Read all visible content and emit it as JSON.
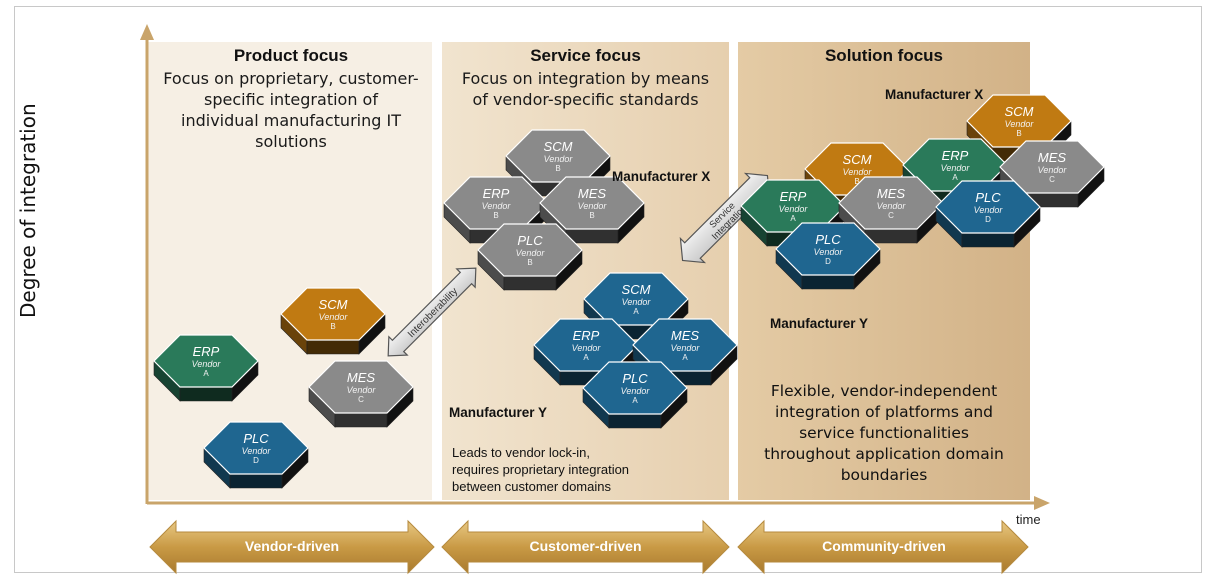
{
  "axis": {
    "y_label": "Degree of integration",
    "x_label": "time"
  },
  "phases": [
    {
      "title": "Product focus",
      "description": "Focus on proprietary, customer-specific integration of individual manufacturing IT solutions",
      "lines": [
        "Focus on proprietary, customer-",
        "specific integration of",
        "individual manufacturing IT",
        "solutions"
      ]
    },
    {
      "title": "Service focus",
      "description": "Focus on integration by means of vendor-specific standards",
      "lines": [
        "Focus on integration by means",
        "of vendor-specific standards"
      ]
    },
    {
      "title": "Solution focus",
      "description": "Flexible, vendor-independent integration of platforms and service functionalities throughout application domain boundaries",
      "lines": [
        "Flexible, vendor-independent",
        "integration of platforms and",
        "service functionalities",
        "throughout application domain",
        "boundaries"
      ]
    }
  ],
  "drivers": [
    "Vendor-driven",
    "Customer-driven",
    "Community-driven"
  ],
  "connectors": [
    "Interoberability",
    "Service Integration"
  ],
  "manufacturers": {
    "x_service": "Manufacturer X",
    "y_service": "Manufacturer Y",
    "x_solution": "Manufacturer X",
    "y_solution": "Manufacturer Y"
  },
  "note": {
    "lines": [
      "Leads to vendor lock-in,",
      "requires proprietary integration",
      "between customer domains"
    ]
  },
  "colors": {
    "erp": "#2a7a5a",
    "scm": "#c07a12",
    "mes": "#8a8a8a",
    "plc": "#1f6690",
    "band": "#f4ece0",
    "band_mid": "#ebd9c0",
    "band_right": "#d9bc94",
    "arrow": "#d4ac5e",
    "axis": "#c8a46a"
  },
  "hexes": [
    {
      "group": "product",
      "module": "SCM",
      "vendor": "Vendor",
      "id": "B",
      "color": "scm"
    },
    {
      "group": "product",
      "module": "ERP",
      "vendor": "Vendor",
      "id": "A",
      "color": "erp"
    },
    {
      "group": "product",
      "module": "MES",
      "vendor": "Vendor",
      "id": "C",
      "color": "mes"
    },
    {
      "group": "product",
      "module": "PLC",
      "vendor": "Vendor",
      "id": "D",
      "color": "plc"
    },
    {
      "group": "service-x",
      "module": "SCM",
      "vendor": "Vendor",
      "id": "B",
      "color": "mes"
    },
    {
      "group": "service-x",
      "module": "ERP",
      "vendor": "Vendor",
      "id": "B",
      "color": "mes"
    },
    {
      "group": "service-x",
      "module": "MES",
      "vendor": "Vendor",
      "id": "B",
      "color": "mes"
    },
    {
      "group": "service-x",
      "module": "PLC",
      "vendor": "Vendor",
      "id": "B",
      "color": "mes"
    },
    {
      "group": "service-y",
      "module": "SCM",
      "vendor": "Vendor",
      "id": "A",
      "color": "plc"
    },
    {
      "group": "service-y",
      "module": "ERP",
      "vendor": "Vendor",
      "id": "A",
      "color": "plc"
    },
    {
      "group": "service-y",
      "module": "MES",
      "vendor": "Vendor",
      "id": "A",
      "color": "plc"
    },
    {
      "group": "service-y",
      "module": "PLC",
      "vendor": "Vendor",
      "id": "A",
      "color": "plc"
    },
    {
      "group": "solution",
      "module": "SCM",
      "vendor": "Vendor",
      "id": "B",
      "color": "scm"
    },
    {
      "group": "solution",
      "module": "SCM",
      "vendor": "Vendor",
      "id": "B",
      "color": "scm"
    },
    {
      "group": "solution",
      "module": "ERP",
      "vendor": "Vendor",
      "id": "A",
      "color": "erp"
    },
    {
      "group": "solution",
      "module": "MES",
      "vendor": "Vendor",
      "id": "C",
      "color": "mes"
    },
    {
      "group": "solution",
      "module": "ERP",
      "vendor": "Vendor",
      "id": "A",
      "color": "erp"
    },
    {
      "group": "solution",
      "module": "MES",
      "vendor": "Vendor",
      "id": "C",
      "color": "mes"
    },
    {
      "group": "solution",
      "module": "PLC",
      "vendor": "Vendor",
      "id": "D",
      "color": "plc"
    },
    {
      "group": "solution",
      "module": "PLC",
      "vendor": "Vendor",
      "id": "D",
      "color": "plc"
    }
  ]
}
